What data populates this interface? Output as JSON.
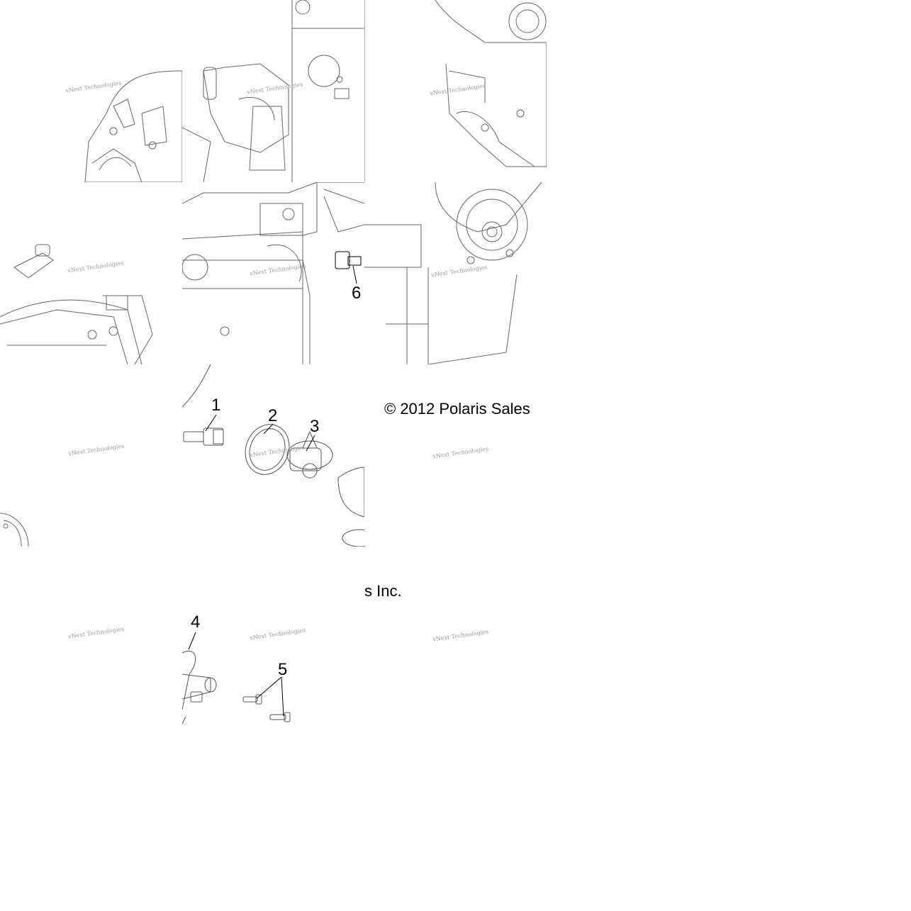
{
  "diagram": {
    "callouts": [
      "1",
      "2",
      "3",
      "4",
      "5",
      "6"
    ],
    "copyright_left": "© 2012 Polaris Sales",
    "copyright_right": "s Inc.",
    "watermark": "vNext Technologies"
  },
  "colors": {
    "line": "#555555",
    "watermark": "#9a9a9a"
  }
}
